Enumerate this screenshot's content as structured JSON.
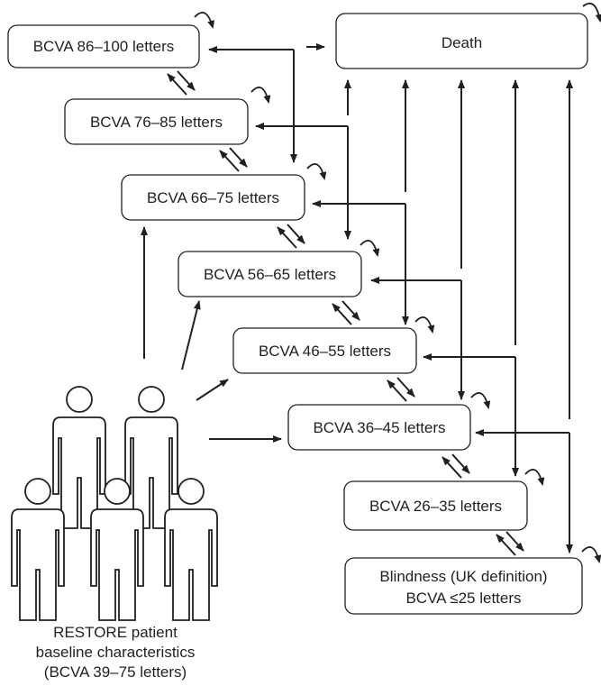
{
  "states": {
    "death": "Death",
    "s86_100": "BCVA 86–100 letters",
    "s76_85": "BCVA 76–85 letters",
    "s66_75": "BCVA 66–75 letters",
    "s56_65": "BCVA 56–65 letters",
    "s46_55": "BCVA 46–55 letters",
    "s36_45": "BCVA 36–45 letters",
    "s26_35": "BCVA 26–35 letters",
    "blind_line1": "Blindness (UK definition)",
    "blind_line2": "BCVA ≤25 letters"
  },
  "caption": {
    "line1": "RESTORE patient",
    "line2": "baseline characteristics",
    "line3": "(BCVA 39–75 letters)"
  },
  "figure": {
    "people_count": 5
  }
}
